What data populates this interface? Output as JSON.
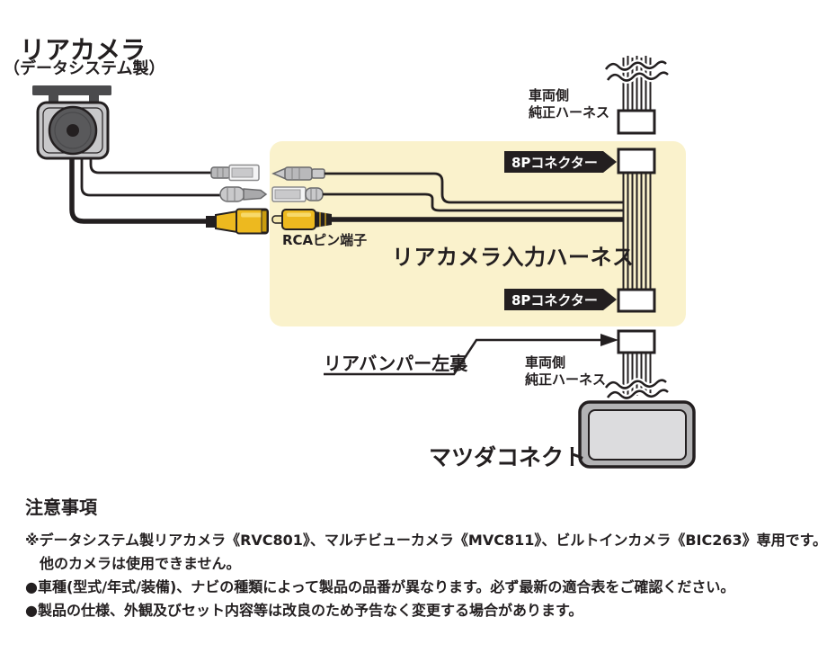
{
  "title": {
    "main": "リアカメラ",
    "sub": "（データシステム製）"
  },
  "diagram": {
    "vehicle_harness_label": {
      "line1": "車両側",
      "line2": "純正ハーネス"
    },
    "connector_8p_label": "8Pコネクター",
    "rca_pin_label": "RCAピン端子",
    "camera_input_harness_label": "リアカメラ入力ハーネス",
    "rear_bumper_label": "リアバンパー左裏",
    "mazda_connect_label": "マツダコネクト"
  },
  "notes": {
    "heading": "注意事項",
    "lines": [
      "※データシステム製リアカメラ《RVC801》、マルチビューカメラ《MVC811》、ビルトインカメラ《BIC263》専用です。",
      "他のカメラは使用できません。",
      "●車種(型式/年式/装備)、ナビの種類によって製品の品番が異なります。必ず最新の適合表をご確認ください。",
      "●製品の仕様、外観及びセット内容等は改良のため予告なく変更する場合があります。"
    ]
  },
  "colors": {
    "panel_yellow": "#FAF2CC",
    "line_black": "#231F20",
    "badge_black": "#231F20",
    "rca_yellow": "#EDB91F",
    "camera_gray": "#C8C8CA",
    "unit_frame_gray": "#B3B3B5",
    "unit_panel_gray": "#DCDCDE"
  }
}
